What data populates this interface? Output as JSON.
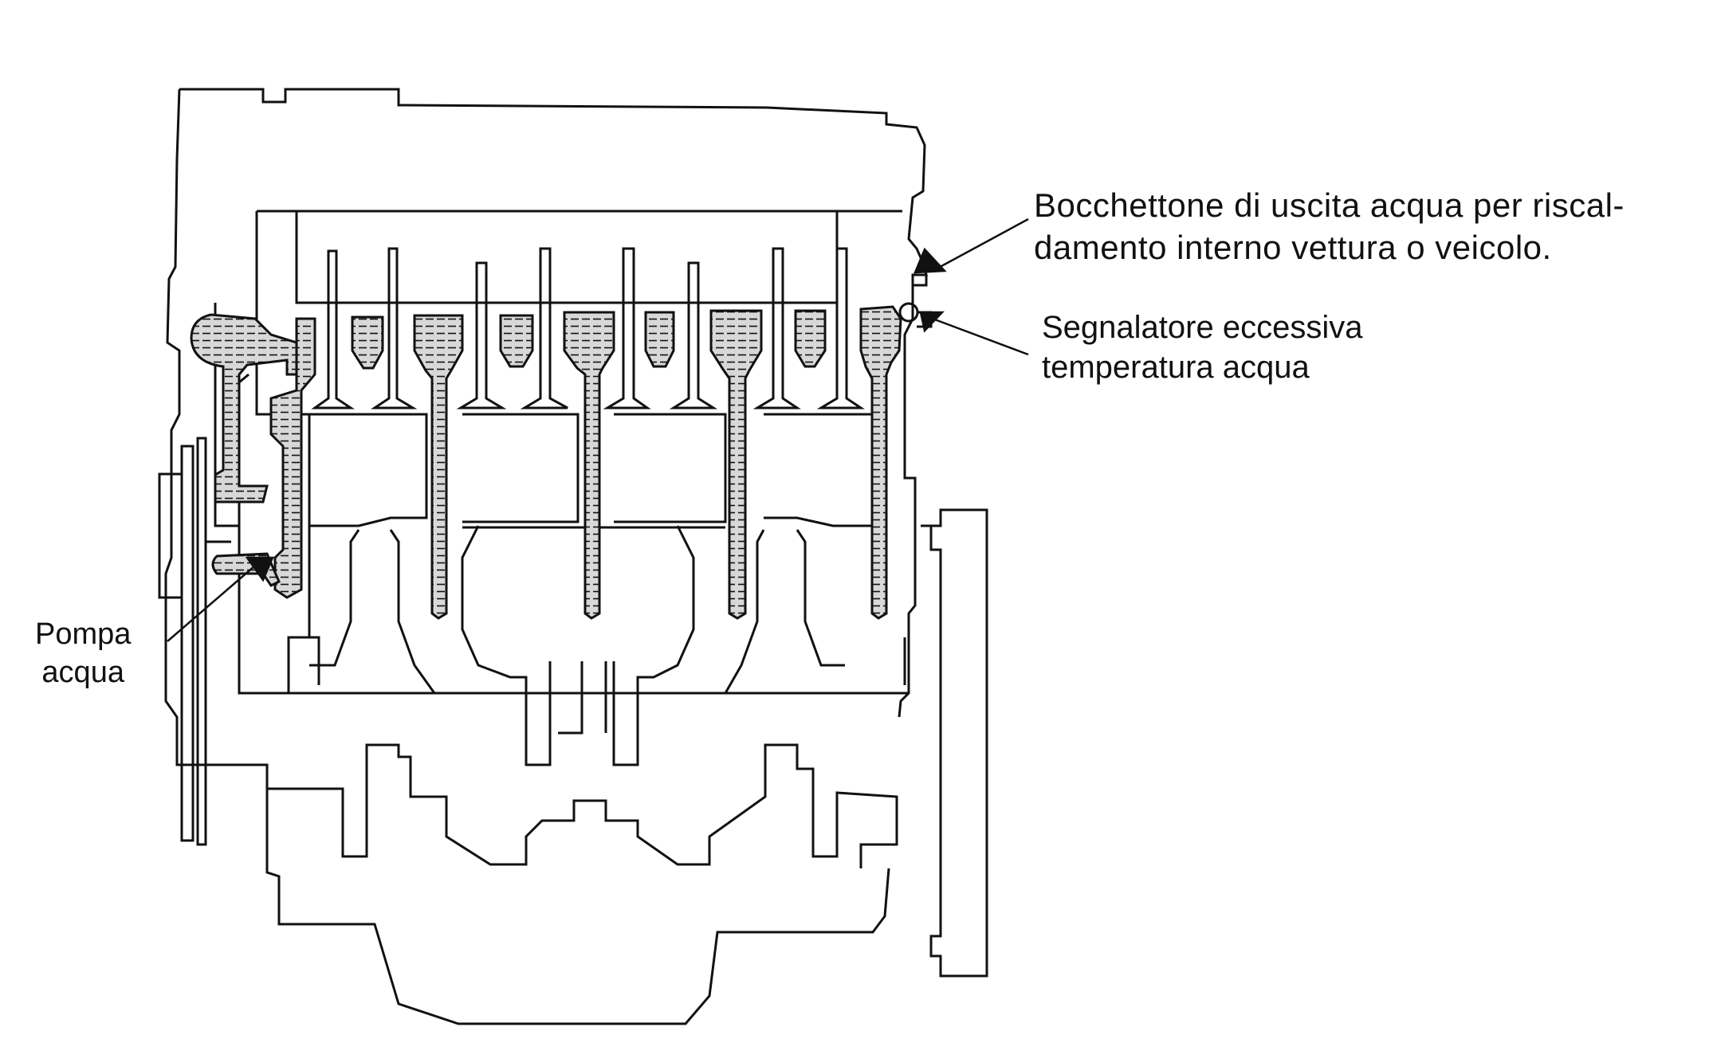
{
  "labels": {
    "heater_outlet": {
      "line1": "Bocchettone di uscita acqua per riscal-",
      "line2": "damento interno vettura o veicolo."
    },
    "temp_sender": {
      "line1": "Segnalatore eccessiva",
      "line2": "temperatura acqua"
    },
    "water_pump": {
      "line1": "Pompa",
      "line2": "acqua"
    }
  },
  "colors": {
    "ink": "#111111",
    "coolant_fill": "#d8d8d8",
    "background": "#ffffff"
  }
}
